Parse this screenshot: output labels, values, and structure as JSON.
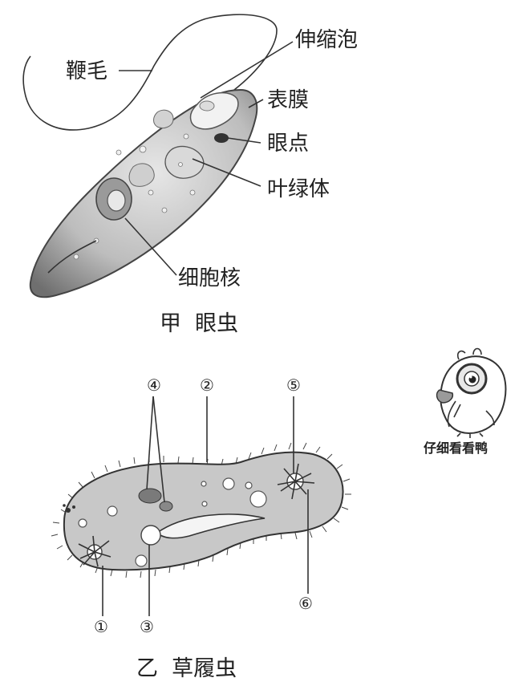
{
  "euglena": {
    "labels": {
      "flagellum": "鞭毛",
      "contractile_vacuole": "伸缩泡",
      "pellicle": "表膜",
      "eyespot": "眼点",
      "chloroplast": "叶绿体",
      "nucleus": "细胞核"
    },
    "caption": "甲  眼虫"
  },
  "paramecium": {
    "markers": {
      "m1": "①",
      "m2": "②",
      "m3": "③",
      "m4": "④",
      "m5": "⑤",
      "m6": "⑥"
    },
    "caption": "乙  草履虫"
  },
  "mascot": {
    "caption": "仔细看看鸭"
  }
}
